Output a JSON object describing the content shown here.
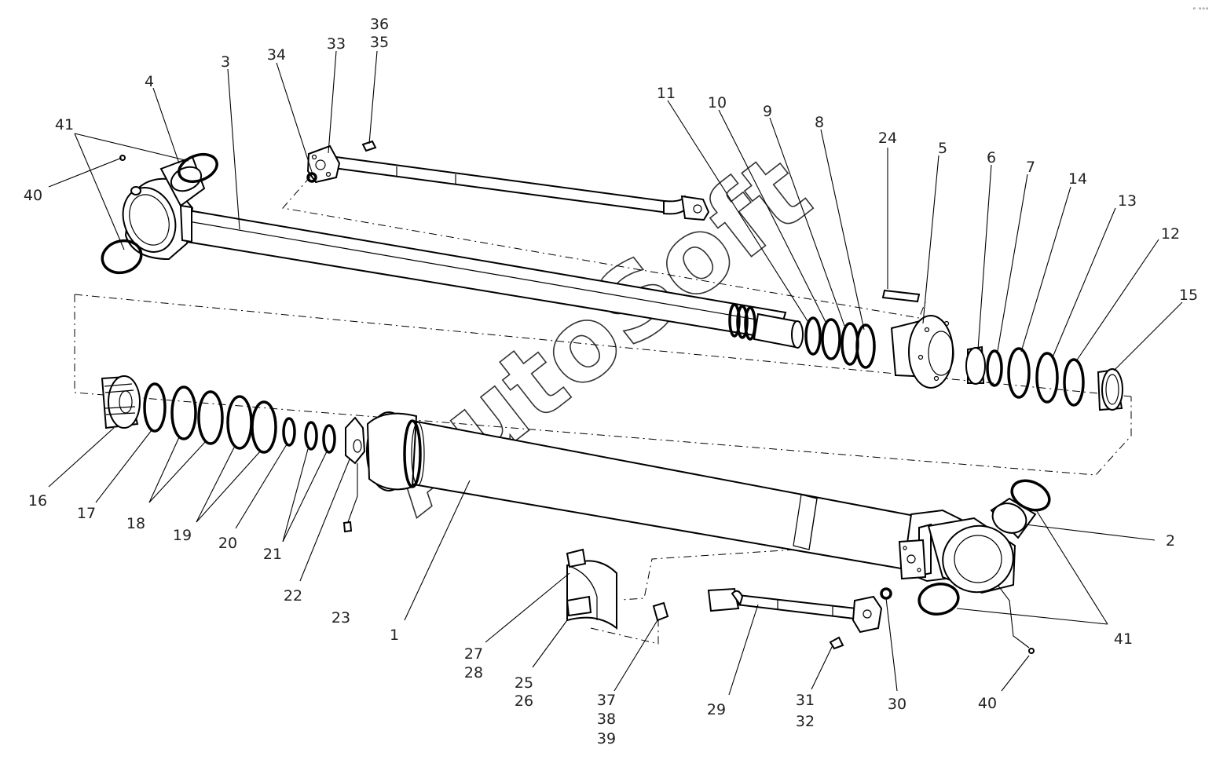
{
  "watermark": "AutoSoft",
  "corner_mark": "° °°°",
  "labels": {
    "l1": "1",
    "l2": "2",
    "l3": "3",
    "l4": "4",
    "l5": "5",
    "l6": "6",
    "l7": "7",
    "l8": "8",
    "l9": "9",
    "l10": "10",
    "l11": "11",
    "l12": "12",
    "l13": "13",
    "l14": "14",
    "l15": "15",
    "l16": "16",
    "l17": "17",
    "l18": "18",
    "l19": "19",
    "l20": "20",
    "l21": "21",
    "l22": "22",
    "l23": "23",
    "l24": "24",
    "l25": "25",
    "l26": "26",
    "l27": "27",
    "l28": "28",
    "l29": "29",
    "l30": "30",
    "l31": "31",
    "l32": "32",
    "l33": "33",
    "l34": "34",
    "l35": "35",
    "l36": "36",
    "l37": "37",
    "l38": "38",
    "l39": "39",
    "l40a": "40",
    "l40b": "40",
    "l41a": "41",
    "l41b": "41"
  }
}
